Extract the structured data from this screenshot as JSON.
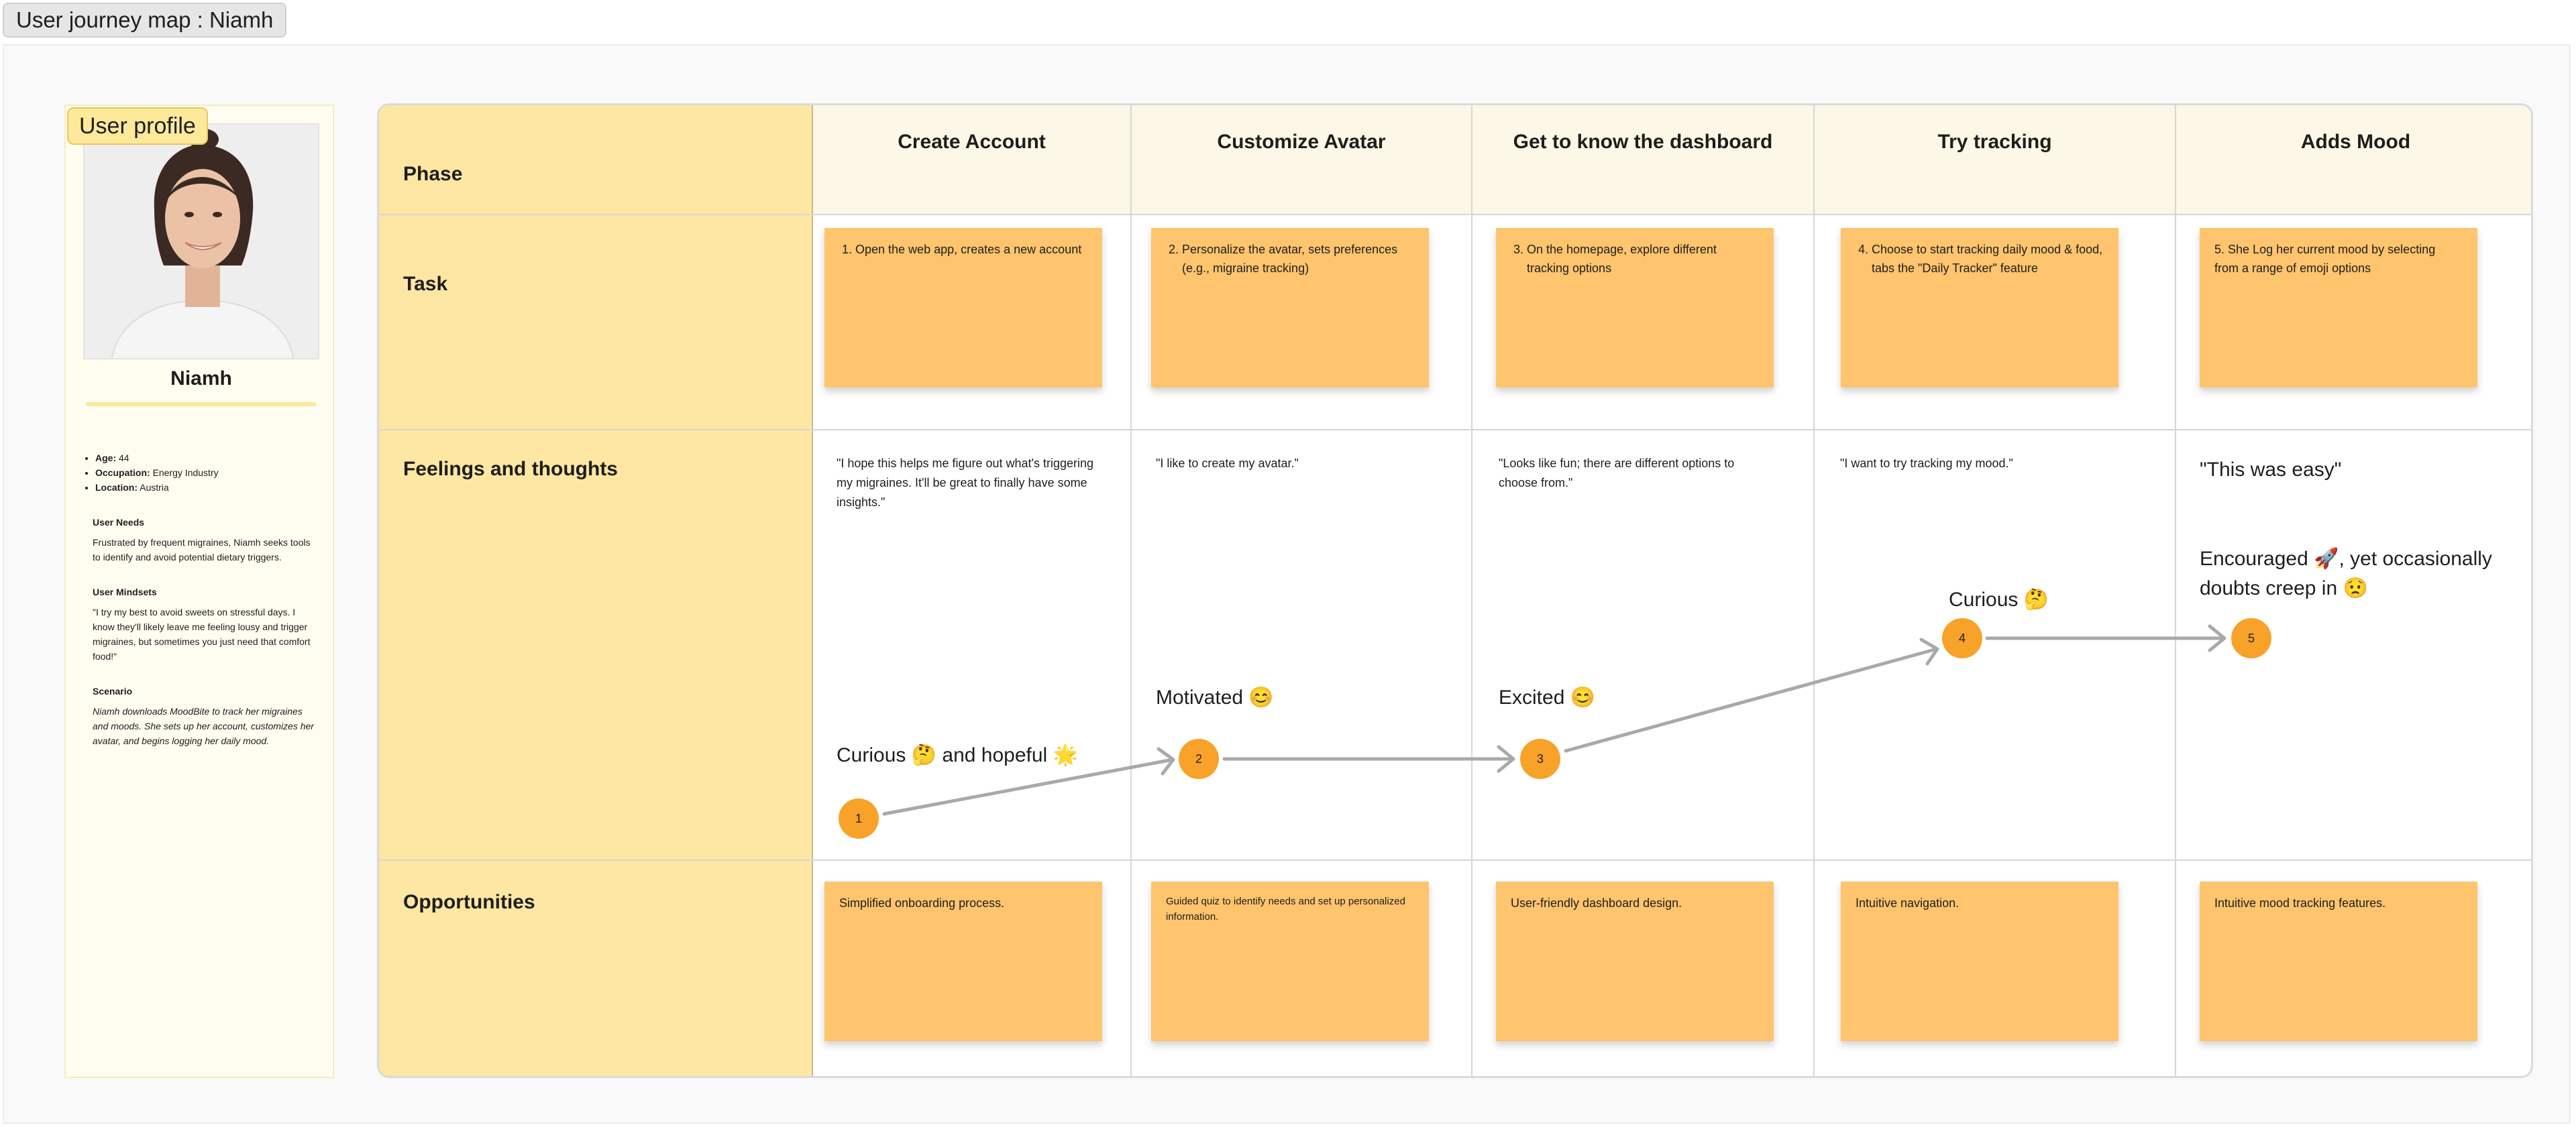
{
  "frame_title": "User journey map : Niamh",
  "profile": {
    "tag": "User profile",
    "name": "Niamh",
    "age_label": "Age:",
    "age": "44",
    "occupation_label": "Occupation:",
    "occupation": "Energy Industry",
    "location_label": "Location:",
    "location": "Austria",
    "needs_title": "User Needs",
    "needs": "Frustrated by frequent migraines, Niamh seeks tools to identify and avoid potential dietary triggers.",
    "mindsets_title": "User Mindsets",
    "mindsets": "\"I try my best to avoid sweets on stressful days. I know they'll likely leave me feeling lousy and trigger migraines, but sometimes you just need that comfort food!\"",
    "scenario_title": "Scenario",
    "scenario": "Niamh downloads MoodBite to track her migraines and moods. She sets up  her account, customizes her avatar, and begins logging her daily mood."
  },
  "rows": {
    "phase": "Phase",
    "task": "Task",
    "feelings": "Feelings and thoughts",
    "opportunities": "Opportunities"
  },
  "phases": [
    {
      "title": "Create Account",
      "task_num": "1.",
      "task": "Open the web app, creates a new account",
      "quote": "\"I hope this helps me figure out what's triggering my migraines. It'll be great to finally have some insights.\"",
      "emotion": "Curious 🤔 and hopeful 🌟",
      "step": "1",
      "opportunity": "Simplified onboarding process."
    },
    {
      "title": "Customize Avatar",
      "task_num": "2.",
      "task": "Personalize the avatar, sets preferences (e.g., migraine tracking)",
      "quote": "\"I like to create my avatar.\"",
      "emotion": "Motivated 😊",
      "step": "2",
      "opportunity": "Guided quiz to identify needs and set up personalized information."
    },
    {
      "title": "Get to know the dashboard",
      "task_num": "3.",
      "task": "On the homepage, explore different tracking options",
      "quote": "\"Looks like fun; there are different options to choose from.\"",
      "emotion": "Excited 😊",
      "step": "3",
      "opportunity": "User-friendly dashboard design."
    },
    {
      "title": "Try tracking",
      "task_num": "4.",
      "task": "Choose to start tracking daily mood & food, tabs the \"Daily Tracker\" feature",
      "quote": "\"I want to try tracking my mood.\"",
      "emotion": "Curious  🤔",
      "step": "4",
      "opportunity": "Intuitive navigation."
    },
    {
      "title": "Adds Mood",
      "task_num": "5.",
      "task": "She Log her current mood by selecting from a range of emoji options",
      "quote": "\"This was easy\"",
      "emotion": "Encouraged 🚀, yet occasionally doubts creep in 😟",
      "step": "5",
      "opportunity": "Intuitive mood tracking features."
    }
  ],
  "colors": {
    "sticky": "#fec46e",
    "header_yellow": "#fde7a3",
    "dot": "#f8a22a",
    "arrow": "#a9a9a9"
  }
}
